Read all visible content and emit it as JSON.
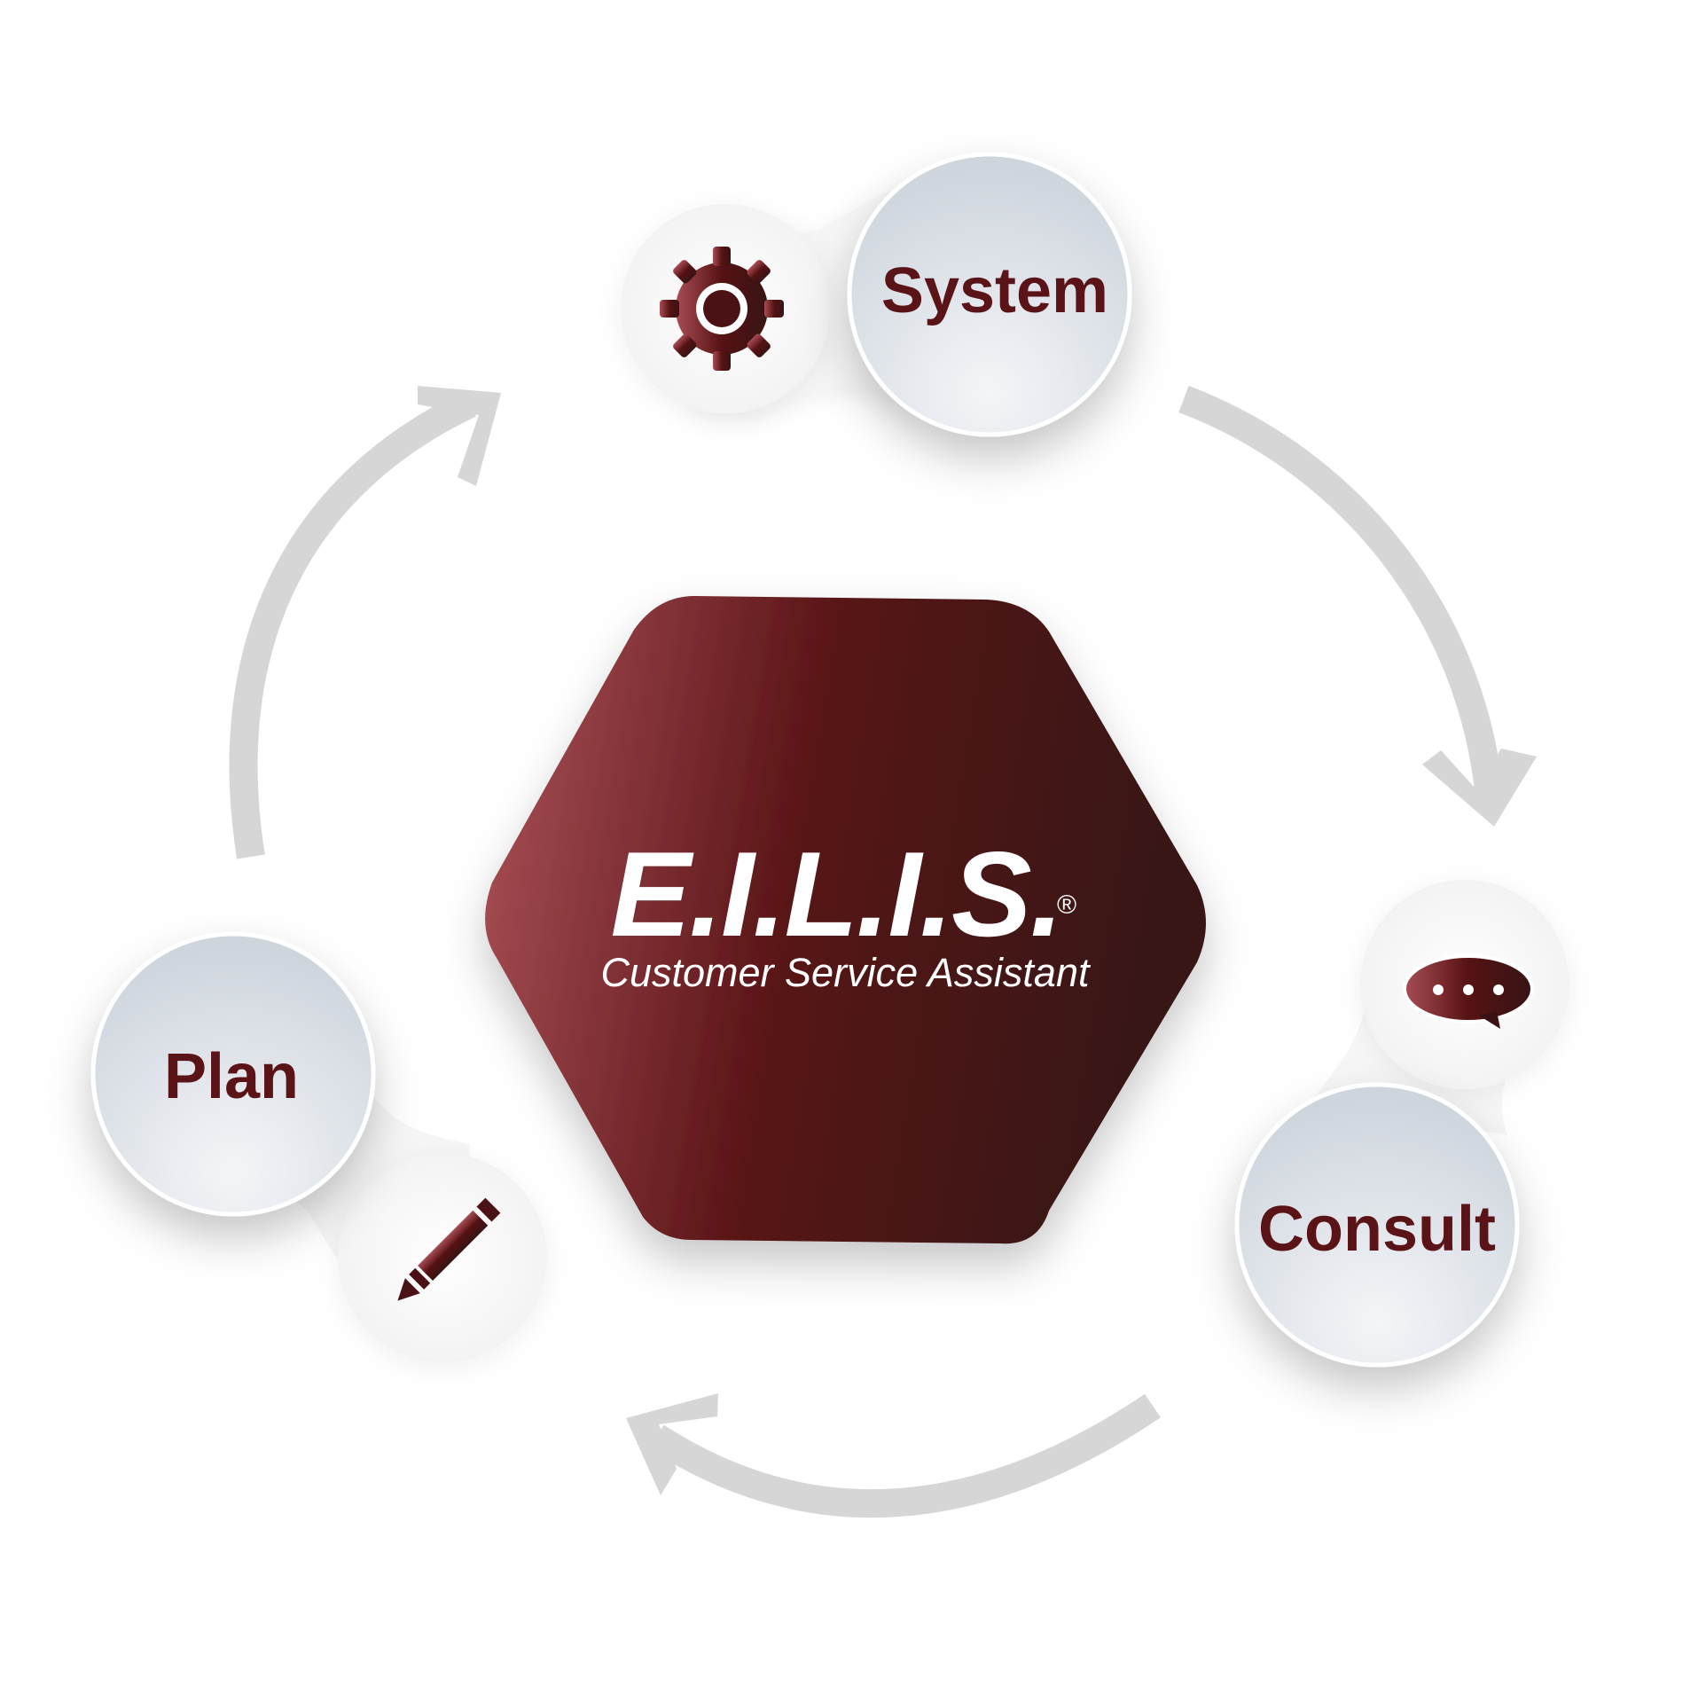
{
  "center": {
    "title": "E.I.L.I.S.",
    "registered_mark": "®",
    "subtitle": "Customer Service Assistant"
  },
  "nodes": [
    {
      "label": "System",
      "icon": "gear-icon"
    },
    {
      "label": "Consult",
      "icon": "chat-bubble-icon"
    },
    {
      "label": "Plan",
      "icon": "pencil-icon"
    }
  ],
  "colors": {
    "brand_dark": "#3a1214",
    "brand_mid": "#5a1418",
    "brand_light": "#a84d55",
    "arrow": "#d6d6d6"
  }
}
